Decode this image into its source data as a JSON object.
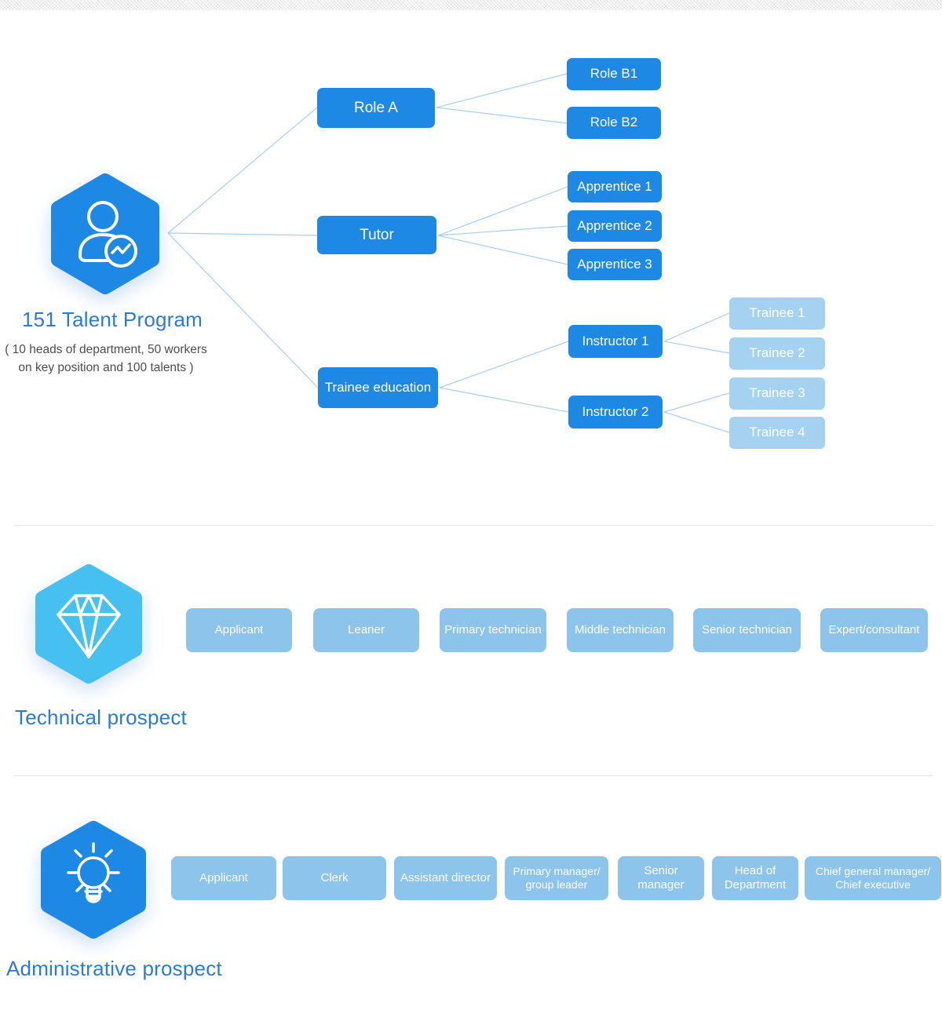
{
  "program": {
    "title": "151 Talent Program",
    "subtitle_line1": "( 10 heads of department, 50 workers",
    "subtitle_line2": "on key position and 100 talents )",
    "icon": "person-chart-icon"
  },
  "tree": {
    "level1": [
      "Role A",
      "Tutor",
      "Trainee education"
    ],
    "role_a_children": [
      "Role B1",
      "Role B2"
    ],
    "tutor_children": [
      "Apprentice 1",
      "Apprentice 2",
      "Apprentice 3"
    ],
    "trainee_education_children": [
      "Instructor 1",
      "Instructor 2"
    ],
    "instructor1_trainees": [
      "Trainee 1",
      "Trainee 2"
    ],
    "instructor2_trainees": [
      "Trainee 3",
      "Trainee 4"
    ]
  },
  "technical": {
    "title": "Technical prospect",
    "icon": "diamond-icon",
    "items": [
      "Applicant",
      "Leaner",
      "Primary technician",
      "Middle technician",
      "Senior technician",
      "Expert/consultant"
    ]
  },
  "administrative": {
    "title": "Administrative prospect",
    "icon": "lightbulb-icon",
    "items": [
      "Applicant",
      "Clerk",
      "Assistant director",
      "Primary manager/\ngroup leader",
      "Senior\nmanager",
      "Head of\nDepartment",
      "Chief general manager/\nChief executive"
    ]
  },
  "colors": {
    "primary_blue": "#1e88e5",
    "light_hex_blue": "#45c0f0",
    "row_box_blue": "#8cc4ec",
    "trainee_box_blue": "#a6d2f2",
    "connector_blue": "#a9cff0",
    "title_blue": "#2b7bd5",
    "subtitle_gray": "#4d4d4d",
    "divider_gray": "#e5e5e5"
  }
}
